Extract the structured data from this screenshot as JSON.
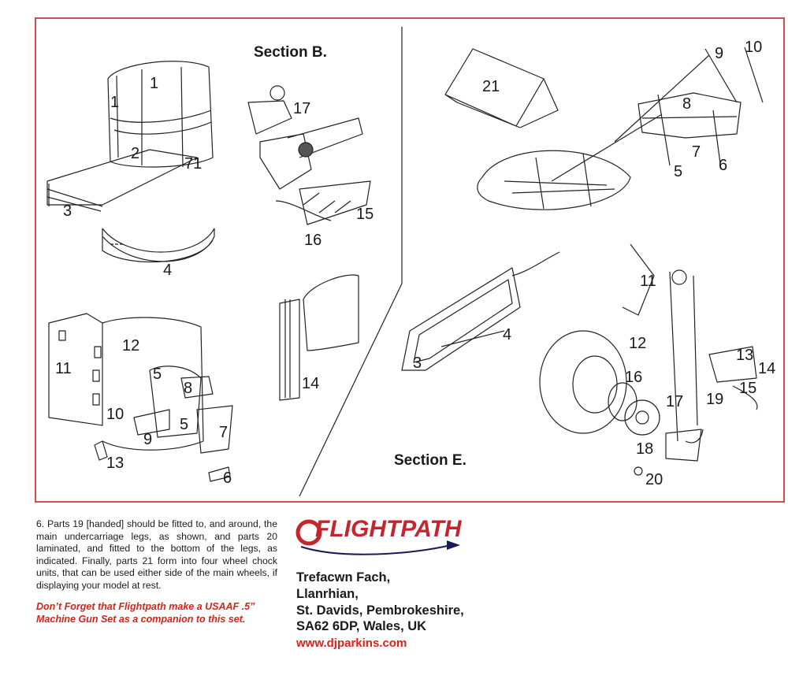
{
  "sections": {
    "b_title": "Section B.",
    "e_title": "Section E."
  },
  "parts": {
    "b1a": "1",
    "b1b": "1",
    "b2": "2",
    "b3": "3",
    "b4": "4",
    "b71": "71",
    "b11": "11",
    "b12": "12",
    "b5a": "5",
    "b5b": "5",
    "b8": "8",
    "b10": "10",
    "b9": "9",
    "b7": "7",
    "b13": "13",
    "b6": "6",
    "b17": "17",
    "b15": "15",
    "b16": "16",
    "b14": "14",
    "e21": "21",
    "e9": "9",
    "e10": "10",
    "e8": "8",
    "e7": "7",
    "e5": "5",
    "e6": "6",
    "e4": "4",
    "e3": "3",
    "e11": "11",
    "e12": "12",
    "e13": "13",
    "e14": "14",
    "e15": "15",
    "e16": "16",
    "e17": "17",
    "e19": "19",
    "e18": "18",
    "e20": "20"
  },
  "note": "6. Parts 19 [handed] should be fitted to, and around, the main undercarriage legs, as shown, and parts 20 laminated, and fitted to the bottom of the legs, as indicated. Finally, parts 21 form into four wheel chock units, that can be used either side of the main wheels, if displaying your model at rest.",
  "promo": "Don’t Forget that Flightpath make a USAAF .5” Machine Gun Set as a companion to this set.",
  "logo": {
    "text": "FLIGHTPATH",
    "color": "#c4262e"
  },
  "address": {
    "line1": "Trefacwn Fach,",
    "line2": "Llanrhian,",
    "line3": "St. Davids, Pembrokeshire,",
    "line4": "SA62 6DP, Wales, UK"
  },
  "website": "www.djparkins.com",
  "colors": {
    "frame": "#d84b4b",
    "accent": "#d8231c",
    "ink": "#1a1a1a"
  }
}
